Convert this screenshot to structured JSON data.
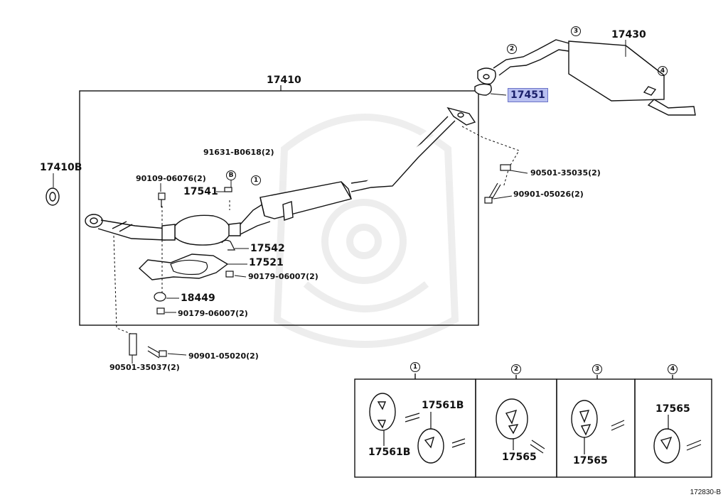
{
  "parts": {
    "p17430": "17430",
    "p17451": "17451",
    "p17410": "17410",
    "p17410b": "17410B",
    "p91631": "91631-B0618(2)",
    "p90109": "90109-06076(2)",
    "p17541": "17541",
    "p90501_35035": "90501-35035(2)",
    "p90901_05026": "90901-05026(2)",
    "p17542": "17542",
    "p17521": "17521",
    "p90179_a": "90179-06007(2)",
    "p18449": "18449",
    "p90179_b": "90179-06007(2)",
    "p90901_05020": "90901-05020(2)",
    "p90501_35037": "90501-35037(2)"
  },
  "markers": {
    "b": "B",
    "c1": "1",
    "c2": "2",
    "c3": "3",
    "c4": "4"
  },
  "hangers": {
    "h1_num": "1",
    "h1_top": "17561B",
    "h1_bottom": "17561B",
    "h2_num": "2",
    "h2_label": "17565",
    "h3_num": "3",
    "h3_label": "17565",
    "h4_num": "4",
    "h4_label": "17565"
  },
  "figure_id": "172830-B",
  "colors": {
    "line": "#111111",
    "highlight": "#b8bff0",
    "watermark": "#ececec"
  }
}
